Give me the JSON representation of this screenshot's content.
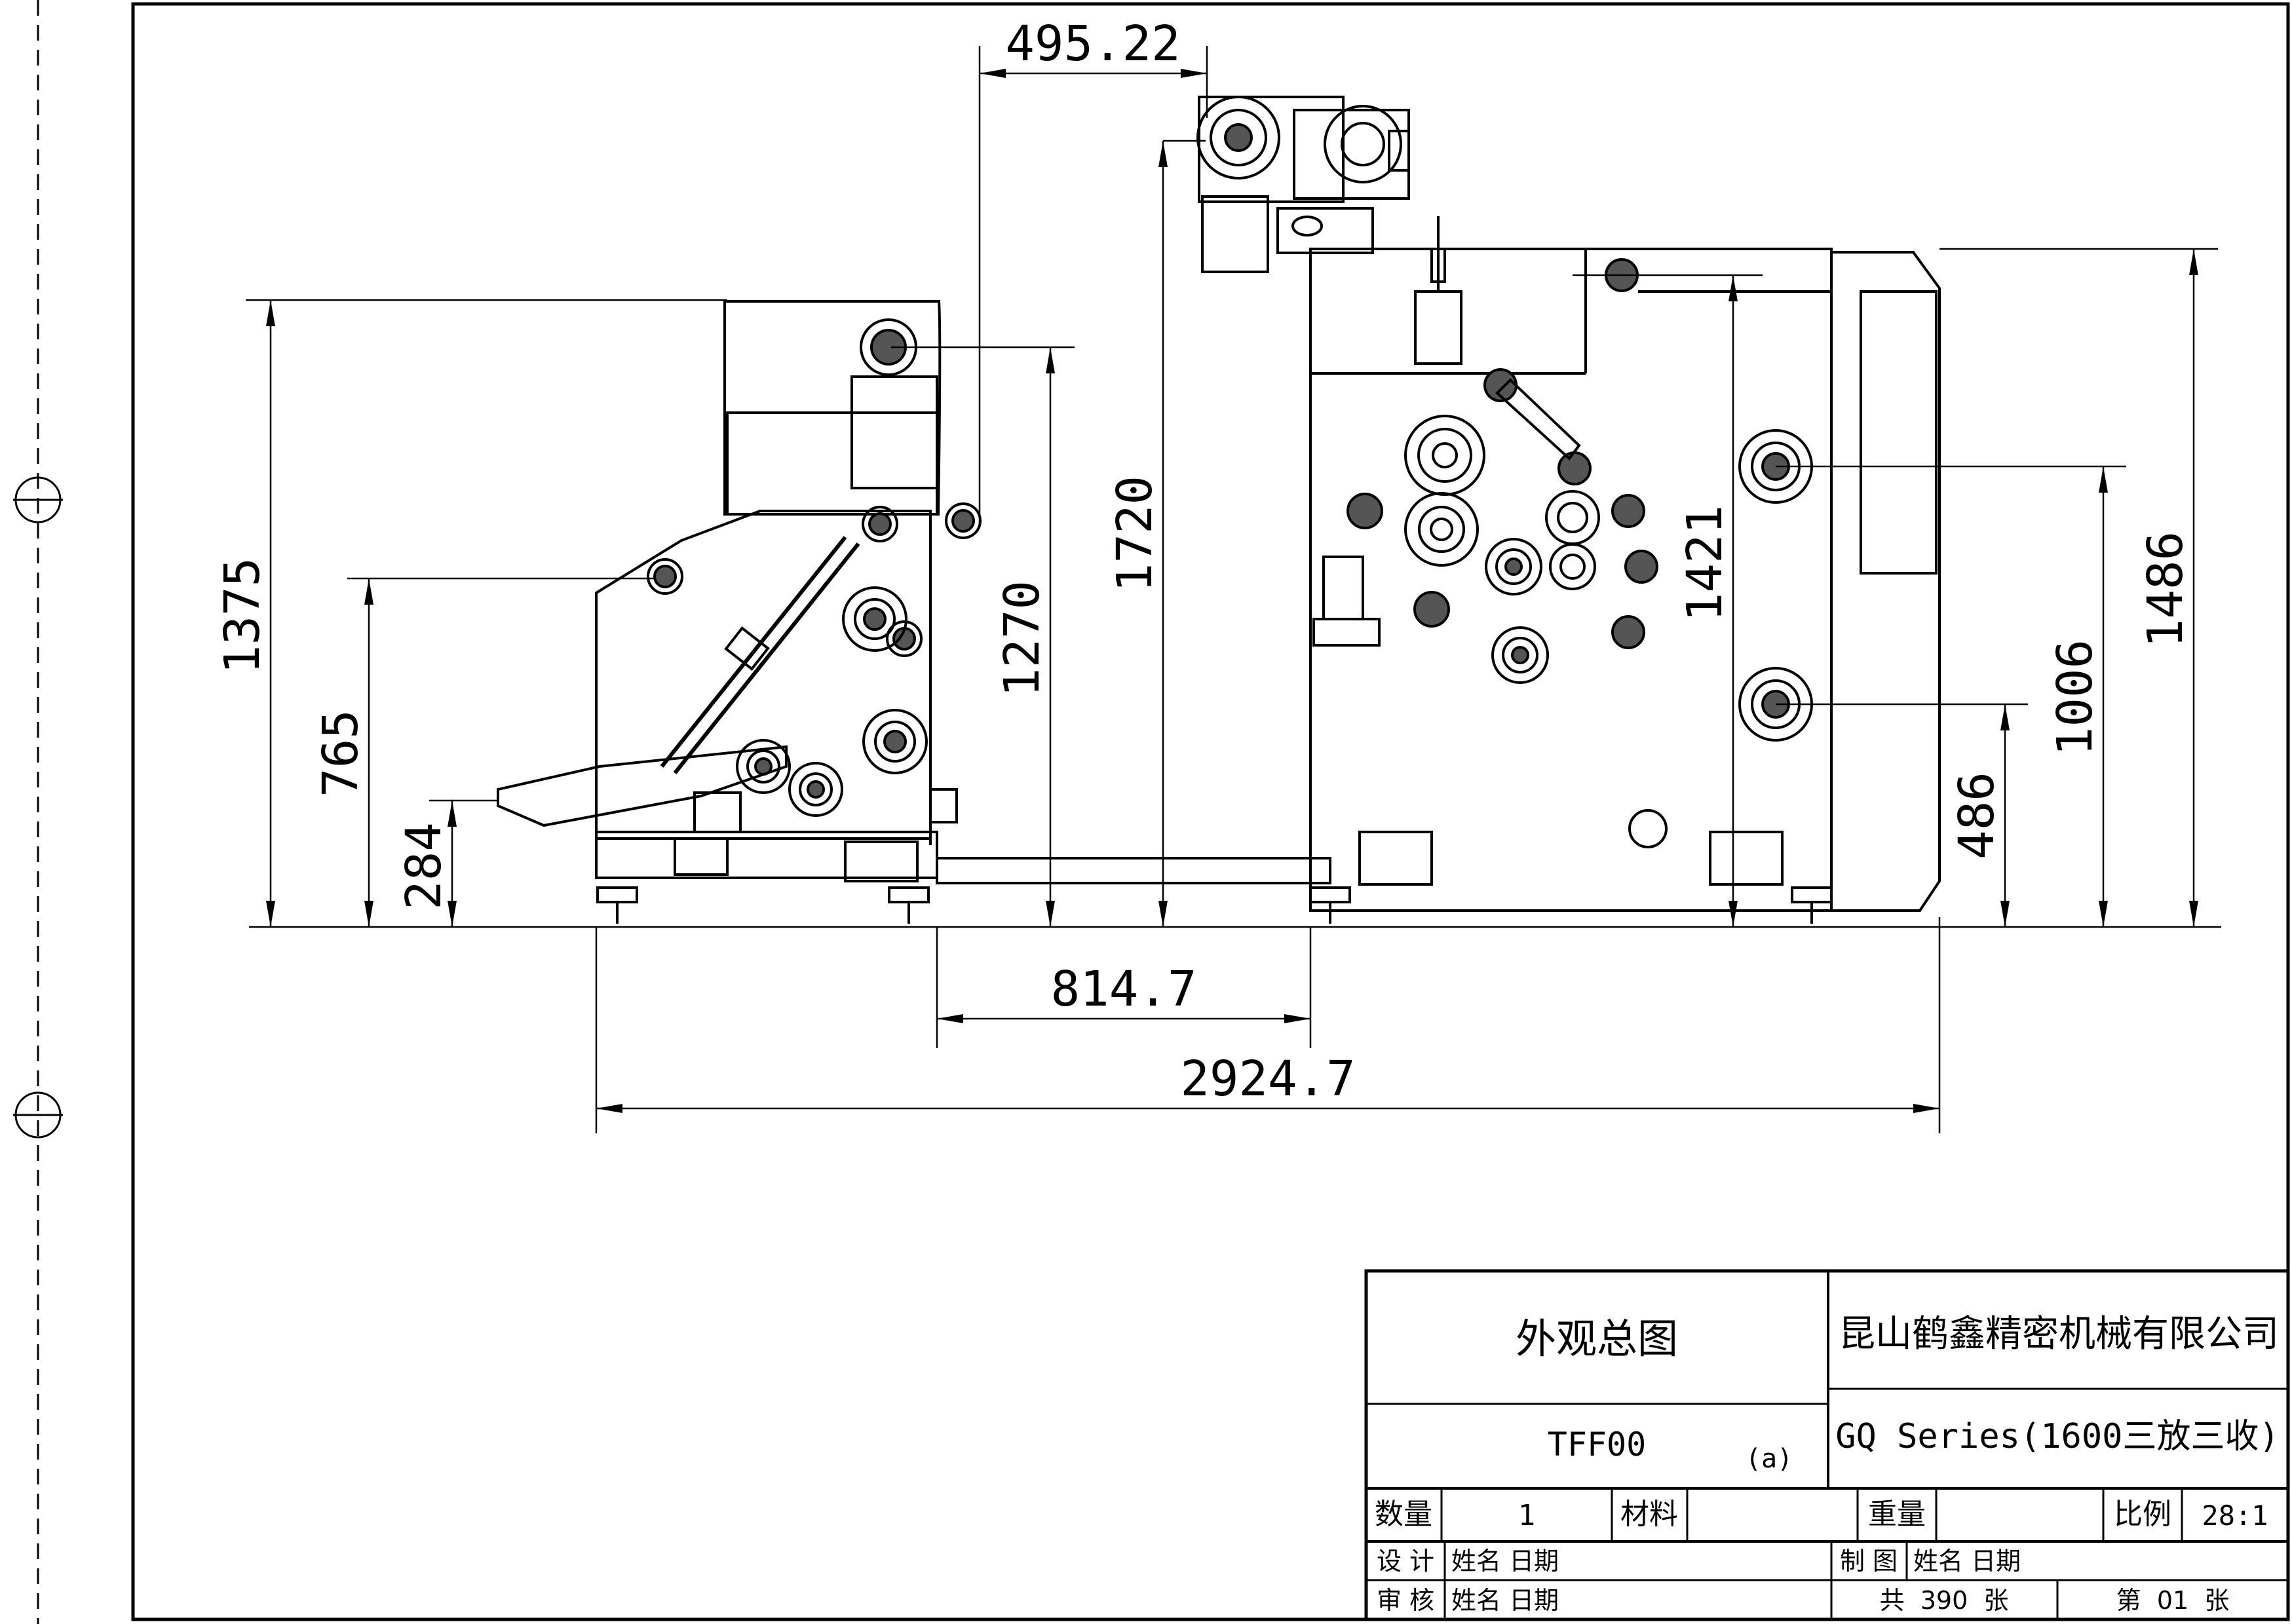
{
  "drawing": {
    "dimensions": {
      "top_width": "495.22",
      "left_height_total": "1375",
      "left_height_mid": "765",
      "left_height_low": "284",
      "center_height": "1270",
      "main_height": "1720",
      "right_mid_height": "1421",
      "right_upper_roll": "1006",
      "right_total": "1486",
      "right_lower_roll": "486",
      "gap_width": "814.7",
      "overall_width": "2924.7"
    }
  },
  "title_block": {
    "drawing_name": "外观总图",
    "company": "昆山鹤鑫精密机械有限公司",
    "drawing_no": "TFF00",
    "revision": "(a)",
    "model": "GQ Series(1600三放三收)",
    "qty_label": "数量",
    "qty_value": "1",
    "material_label": "材料",
    "weight_label": "重量",
    "scale_label": "比例",
    "scale_value": "28:1",
    "design_label": "设 计",
    "design_value": "姓名 日期",
    "drafting_label": "制 图",
    "drafting_value": "姓名 日期",
    "review_label": "审 核",
    "review_value": "姓名 日期",
    "total_sheets": "共  390  张",
    "sheet_no": "第  01  张"
  }
}
